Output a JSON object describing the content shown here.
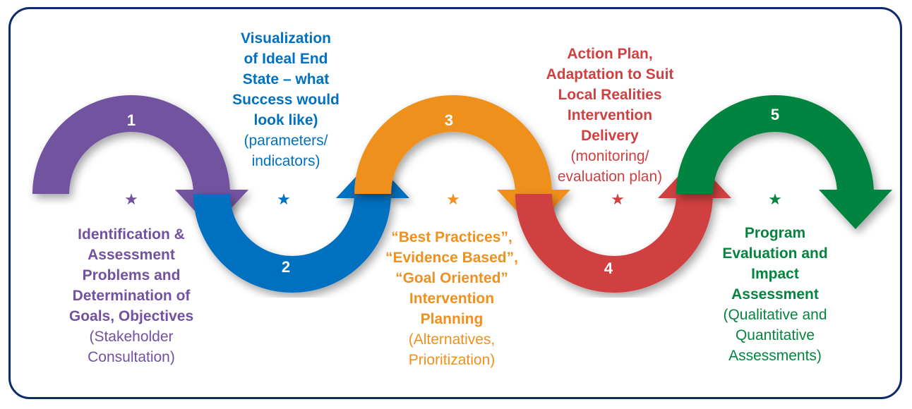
{
  "steps": [
    {
      "number": "1",
      "color": "#7252a0",
      "bold": [
        "Identification &",
        "Assessment",
        "Problems and",
        "Determination of",
        "Goals, Objectives"
      ],
      "normal": [
        "(Stakeholder",
        "Consultation)"
      ]
    },
    {
      "number": "2",
      "color": "#0070c0",
      "bold": [
        "Visualization",
        "of Ideal End",
        "State – what",
        "Success would",
        "look like)"
      ],
      "normal": [
        "(parameters/",
        "indicators)"
      ]
    },
    {
      "number": "3",
      "color": "#f0901e",
      "bold": [
        "“Best Practices”,",
        "“Evidence Based”,",
        "“Goal Oriented”",
        "Intervention",
        "Planning"
      ],
      "normal": [
        "(Alternatives,",
        "Prioritization)"
      ]
    },
    {
      "number": "4",
      "color": "#d04040",
      "bold": [
        "Action Plan,",
        "Adaptation to Suit",
        "Local Realities",
        "Intervention",
        "Delivery"
      ],
      "normal": [
        "(monitoring/",
        "evaluation plan)"
      ]
    },
    {
      "number": "5",
      "color": "#05843f",
      "bold": [
        "Program",
        "Evaluation and",
        "Impact",
        "Assessment"
      ],
      "normal": [
        "(Qualitative and",
        "Quantitative",
        "Assessments)"
      ]
    }
  ],
  "star_glyph": "★",
  "border_color": "#0d2a6b"
}
